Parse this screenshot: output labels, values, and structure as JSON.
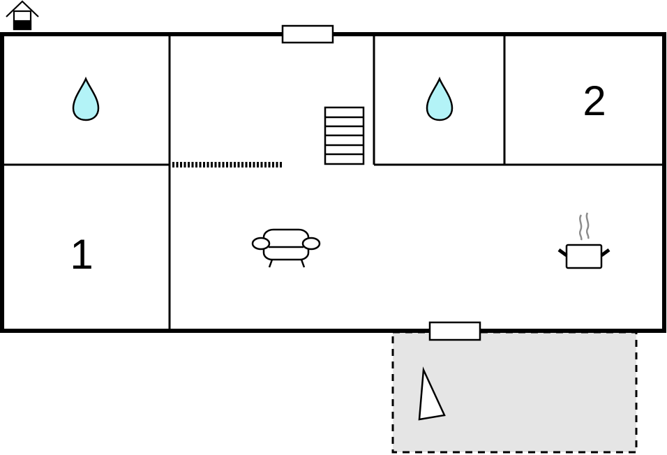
{
  "diagram": {
    "type": "floor-plan",
    "colors": {
      "wall": "#000000",
      "background": "#ffffff",
      "water_drop": "#b3f3f7",
      "terrace": "#e5e5e5",
      "steam": "#8c8c8c"
    },
    "rooms": [
      {
        "id": "bathroom-1",
        "icon": "water-drop-icon"
      },
      {
        "id": "bedroom-1",
        "label": "1"
      },
      {
        "id": "living-room",
        "icon": "sofa-icon"
      },
      {
        "id": "bathroom-2",
        "icon": "water-drop-icon"
      },
      {
        "id": "bedroom-2",
        "label": "2"
      },
      {
        "id": "kitchen",
        "icon": "cooking-pot-icon"
      },
      {
        "id": "terrace",
        "icon": "sail-triangle-icon"
      }
    ],
    "labels": {
      "bedroom_1": "1",
      "bedroom_2": "2"
    },
    "features": [
      "house-level-icon",
      "top-window",
      "bottom-window",
      "staircase",
      "room-divider-dashed"
    ]
  }
}
